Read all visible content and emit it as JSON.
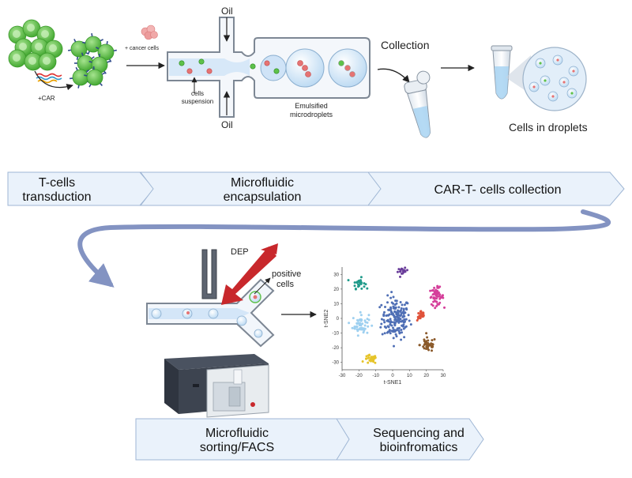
{
  "labels": {
    "cancer_cells": "+ cancer cells",
    "car": "+CAR",
    "oil_top": "Oil",
    "oil_bottom": "Oil",
    "cells_suspension_1": "cells",
    "cells_suspension_2": "suspension",
    "emulsified_1": "Emulsified",
    "emulsified_2": "microdroplets",
    "collection": "Collection",
    "cells_in_droplets": "Cells in droplets",
    "dep": "DEP",
    "positive_1": "positive",
    "positive_2": "cells"
  },
  "steps": [
    {
      "line1": "T-cells",
      "line2": "transduction"
    },
    {
      "line1": "Microfluidic",
      "line2": "encapsulation"
    },
    {
      "line1": "CAR-T- cells collection",
      "line2": ""
    },
    {
      "line1": "Microfluidic",
      "line2": "sorting/FACS"
    },
    {
      "line1": "Sequencing and",
      "line2": "bioinfromatics"
    }
  ],
  "colors": {
    "step_fill": "#eaf2fb",
    "step_stroke": "#9fb6d4",
    "tcell": "#5ec14a",
    "cancer": "#e57373",
    "drop": "#cde4f7",
    "curve_arrow": "#8393c2",
    "dep_red": "#c8282c"
  },
  "chart_data": {
    "type": "scatter",
    "xlabel": "t-SNE1",
    "ylabel": "t-SNE2",
    "xlim": [
      -30,
      30
    ],
    "ylim": [
      -35,
      35
    ],
    "xticks": [
      -30,
      -20,
      -10,
      0,
      10,
      20,
      30
    ],
    "yticks": [
      30,
      20,
      10,
      0,
      -10,
      -20,
      -30
    ],
    "series": [
      {
        "color": "#4f6fb5",
        "center": [
          2,
          0
        ],
        "spread": [
          7,
          12
        ],
        "count": 170
      },
      {
        "color": "#1f9a8a",
        "center": [
          -20,
          24
        ],
        "spread": [
          3,
          3
        ],
        "count": 28
      },
      {
        "color": "#9ed0f0",
        "center": [
          -19,
          -4
        ],
        "spread": [
          4,
          6
        ],
        "count": 55
      },
      {
        "color": "#6a3d9a",
        "center": [
          6,
          32
        ],
        "spread": [
          2.5,
          1.8
        ],
        "count": 18
      },
      {
        "color": "#d53e9a",
        "center": [
          26,
          15
        ],
        "spread": [
          3.5,
          5
        ],
        "count": 55
      },
      {
        "color": "#e0523a",
        "center": [
          17,
          2
        ],
        "spread": [
          2,
          3
        ],
        "count": 22
      },
      {
        "color": "#8b5a2b",
        "center": [
          21,
          -18
        ],
        "spread": [
          4,
          4
        ],
        "count": 45
      },
      {
        "color": "#e6c42a",
        "center": [
          -13,
          -28
        ],
        "spread": [
          3,
          2.5
        ],
        "count": 28
      }
    ]
  }
}
